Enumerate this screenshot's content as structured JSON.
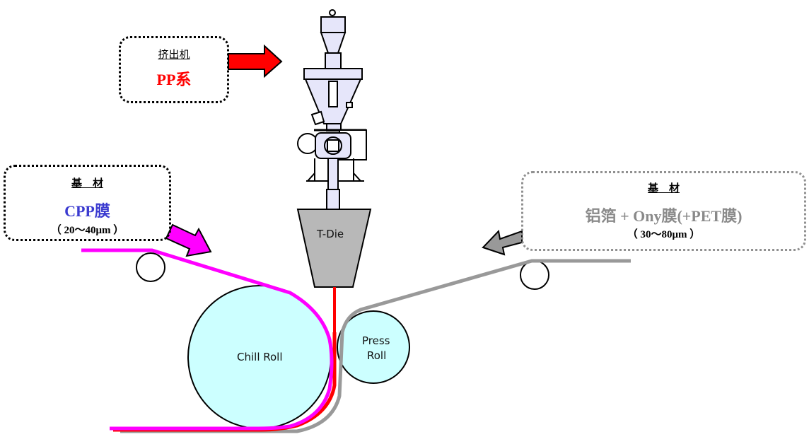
{
  "extruder_box": {
    "header": "挤出机",
    "material": "PP系",
    "material_color": "#ff0000"
  },
  "left_substrate_box": {
    "header": "基　材",
    "material": "CPP膜",
    "material_color": "#3b3bd0",
    "thickness": "（ 20～40μm ）"
  },
  "right_substrate_box": {
    "header": "基　材",
    "material": "铝箔 + Ony膜(+PET膜)",
    "material_color": "#8a8a8a",
    "thickness": "（ 30～80μm ）"
  },
  "labels": {
    "t_die": "T-Die",
    "chill_roll": "Chill Roll",
    "press_roll_line1": "Press",
    "press_roll_line2": "Roll"
  },
  "colors": {
    "pp_melt": "#ff0000",
    "cpp_film": "#ff00ff",
    "right_film": "#999999",
    "roll_fill": "#ccffff",
    "die_fill": "#b8b8b8",
    "extruder_fill": "#e6e6fa"
  }
}
